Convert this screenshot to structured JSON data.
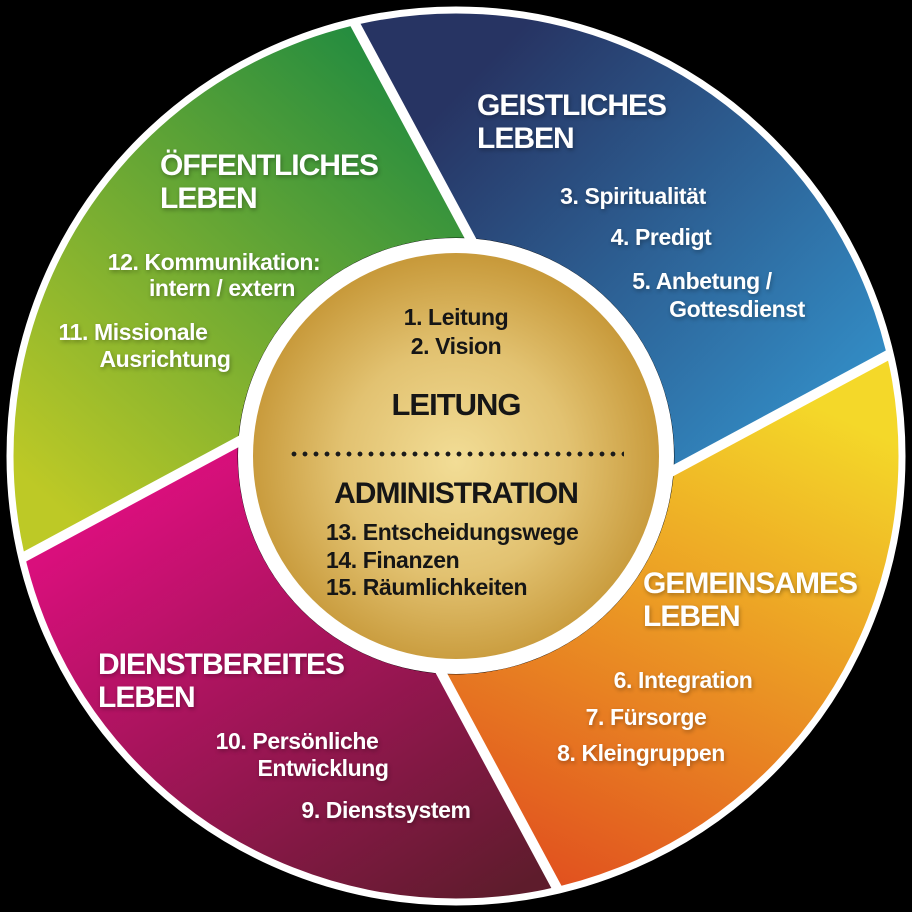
{
  "diagram": {
    "kind": "church-life-wheel",
    "background_color": "#000000",
    "divider_color": "#ffffff",
    "outer_ring_color": "#ffffff",
    "segment_text_color": "#ffffff",
    "center_text_color": "#161616"
  },
  "center": {
    "top_items": [
      "1. Leitung",
      "2. Vision"
    ],
    "section1_title": "LEITUNG",
    "section2_title": "ADMINISTRATION",
    "bottom_items": [
      "13. Entscheidungswege",
      "14. Finanzen",
      "15. Räumlichkeiten"
    ],
    "gradient": [
      "#f2dd96",
      "#e2c271",
      "#c89a3b"
    ]
  },
  "segments": [
    {
      "name": "geistliches-leben",
      "title_lines": [
        "GEISTLICHES",
        "LEBEN"
      ],
      "items": [
        "3. Spiritualität",
        "4. Predigt",
        "5. Anbetung /",
        "Gottesdienst"
      ],
      "gradient": [
        "#273463",
        "#3498d2"
      ]
    },
    {
      "name": "gemeinsames-leben",
      "title_lines": [
        "GEMEINSAMES",
        "LEBEN"
      ],
      "items": [
        "6. Integration",
        "7. Fürsorge",
        "8. Kleingruppen"
      ],
      "gradient": [
        "#f4d829",
        "#e04a1e"
      ]
    },
    {
      "name": "dienstbereites-leben",
      "title_lines": [
        "DIENSTBEREITES",
        "LEBEN"
      ],
      "items": [
        "10. Persönliche",
        "Entwicklung",
        "9. Dienstsystem"
      ],
      "gradient": [
        "#d90f7c",
        "#5e1c2c"
      ]
    },
    {
      "name": "oeffentliches-leben",
      "title_lines": [
        "ÖFFENTLICHES",
        "LEBEN"
      ],
      "items": [
        "12. Kommunikation:",
        "intern / extern",
        "11. Missionale",
        "Ausrichtung"
      ],
      "gradient": [
        "#1f8a40",
        "#bdc926"
      ]
    }
  ]
}
